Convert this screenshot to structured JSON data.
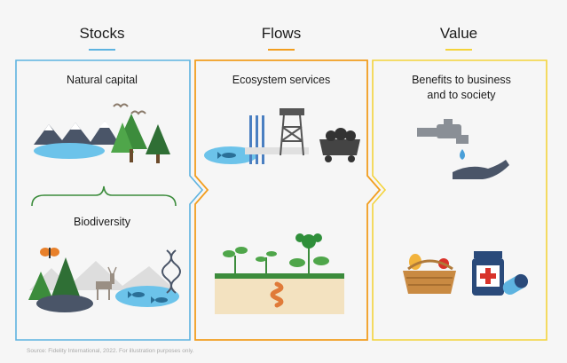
{
  "headers": {
    "stocks": "Stocks",
    "flows": "Flows",
    "value": "Value"
  },
  "panels": {
    "natural_capital": "Natural capital",
    "biodiversity": "Biodiversity",
    "ecosystem_services": "Ecosystem services",
    "benefits_line1": "Benefits to business",
    "benefits_line2": "and to society"
  },
  "source_note": "Source: Fidelity International, 2022. For illustration purposes only.",
  "colors": {
    "stocks": "#5db3e0",
    "flows": "#f29e1f",
    "value": "#f4d33a",
    "green": "#3c8c3c",
    "water": "#6cc3ea"
  },
  "icons": [
    "mountains-icon",
    "birds-icon",
    "trees-icon",
    "lake-icon",
    "brace-icon",
    "butterfly-icon",
    "deer-icon",
    "fish-icon",
    "dna-icon",
    "mine-tower-icon",
    "coal-cart-icon",
    "plants-icon",
    "worm-icon",
    "tap-icon",
    "hand-icon",
    "basket-icon",
    "medicine-icon"
  ]
}
